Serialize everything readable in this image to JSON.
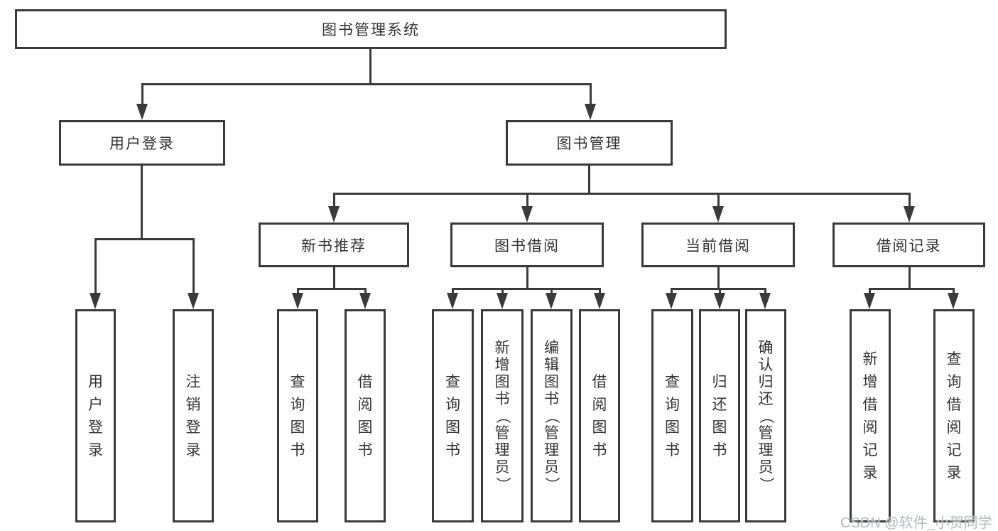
{
  "diagram": {
    "type": "hierarchy",
    "nodes": {
      "root": {
        "label": "图书管理系统"
      },
      "user_login": {
        "label": "用户登录"
      },
      "book_mgmt": {
        "label": "图书管理"
      },
      "new_book_rec": {
        "label": "新书推荐"
      },
      "book_borrow": {
        "label": "图书借阅"
      },
      "current_borrow": {
        "label": "当前借阅"
      },
      "borrow_records": {
        "label": "借阅记录"
      },
      "leaf_user_login": {
        "label": "用户登录"
      },
      "leaf_logout": {
        "label": "注销登录"
      },
      "leaf_nbr_query": {
        "label": "查询图书"
      },
      "leaf_nbr_borrow": {
        "label": "借阅图书"
      },
      "leaf_bb_query": {
        "label": "查询图书"
      },
      "leaf_bb_add": {
        "label": "新增图书（管理员）"
      },
      "leaf_bb_edit": {
        "label": "编辑图书（管理员）"
      },
      "leaf_bb_borrow": {
        "label": "借阅图书"
      },
      "leaf_cb_query": {
        "label": "查询图书"
      },
      "leaf_cb_return": {
        "label": "归还图书"
      },
      "leaf_cb_confirm": {
        "label": "确认归还（管理员）"
      },
      "leaf_br_add": {
        "label": "新增借阅记录"
      },
      "leaf_br_query": {
        "label": "查询借阅记录"
      }
    },
    "edges": [
      [
        "root",
        "user_login"
      ],
      [
        "root",
        "book_mgmt"
      ],
      [
        "user_login",
        "leaf_user_login"
      ],
      [
        "user_login",
        "leaf_logout"
      ],
      [
        "book_mgmt",
        "new_book_rec"
      ],
      [
        "book_mgmt",
        "book_borrow"
      ],
      [
        "book_mgmt",
        "current_borrow"
      ],
      [
        "book_mgmt",
        "borrow_records"
      ],
      [
        "new_book_rec",
        "leaf_nbr_query"
      ],
      [
        "new_book_rec",
        "leaf_nbr_borrow"
      ],
      [
        "book_borrow",
        "leaf_bb_query"
      ],
      [
        "book_borrow",
        "leaf_bb_add"
      ],
      [
        "book_borrow",
        "leaf_bb_edit"
      ],
      [
        "book_borrow",
        "leaf_bb_borrow"
      ],
      [
        "current_borrow",
        "leaf_cb_query"
      ],
      [
        "current_borrow",
        "leaf_cb_return"
      ],
      [
        "current_borrow",
        "leaf_cb_confirm"
      ],
      [
        "borrow_records",
        "leaf_br_add"
      ],
      [
        "borrow_records",
        "leaf_br_query"
      ]
    ],
    "colors": {
      "line": "#3a3a3a",
      "box_background": "#ffffff",
      "text": "#333333",
      "watermark": "#b3b9c3"
    }
  },
  "watermark": {
    "text": "CSDN @软件_小贺同学"
  }
}
